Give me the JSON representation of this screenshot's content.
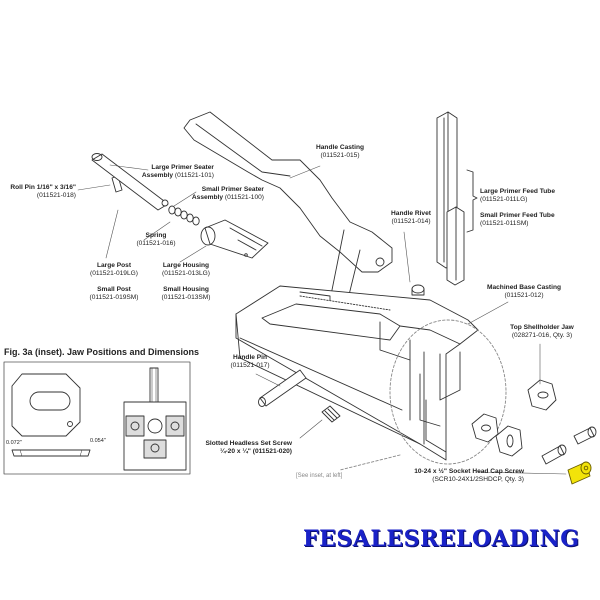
{
  "labels": {
    "roll_pin": {
      "name": "Roll Pin 1/16\" x 3/16\"",
      "part": "(011521-018)"
    },
    "large_seater": {
      "name1": "Large Primer Seater",
      "name2": "Assembly",
      "part": "(011521-101)"
    },
    "small_seater": {
      "name1": "Small Primer Seater",
      "name2": "Assembly",
      "part": "(011521-100)"
    },
    "spring": {
      "name": "Spring",
      "part": "(011521-016)"
    },
    "large_post": {
      "name": "Large Post",
      "part": "(011521-019LG)"
    },
    "small_post": {
      "name": "Small Post",
      "part": "(011521-019SM)"
    },
    "large_housing": {
      "name": "Large Housing",
      "part": "(011521-013LG)"
    },
    "small_housing": {
      "name": "Small Housing",
      "part": "(011521-013SM)"
    },
    "handle_casting": {
      "name": "Handle Casting",
      "part": "(011521-015)"
    },
    "handle_rivet": {
      "name": "Handle Rivet",
      "part": "(011521-014)"
    },
    "large_feed_tube": {
      "name": "Large Primer Feed Tube",
      "part": "(011521-011LG)"
    },
    "small_feed_tube": {
      "name": "Small Primer Feed Tube",
      "part": "(011521-011SM)"
    },
    "machined_base": {
      "name": "Machined Base Casting",
      "part": "(011521-012)"
    },
    "top_shellholder_jaw": {
      "name": "Top Shellholder Jaw",
      "part": "(028271-016, Qty. 3)"
    },
    "handle_pin": {
      "name": "Handle Pin",
      "part": "(011521-017)"
    },
    "set_screw": {
      "name": "Slotted Headless Set Screw",
      "part": "¼-20 x ¼\" (011521-020)"
    },
    "cap_screw": {
      "name": "10-24 x ½\" Socket Head Cap Screw",
      "part": "(SCR10-24X1/2SHDCP, Qty. 3)"
    }
  },
  "inset": {
    "title": "Fig. 3a (inset). Jaw Positions and Dimensions",
    "dim_left": "0.072\"",
    "dim_right": "0.054\""
  },
  "see_inset": "[See inset, at left]",
  "brand": "FESALESRELOADING",
  "colors": {
    "line": "#333333",
    "brand": "#1a22c8",
    "highlight": "#f2e30a"
  }
}
